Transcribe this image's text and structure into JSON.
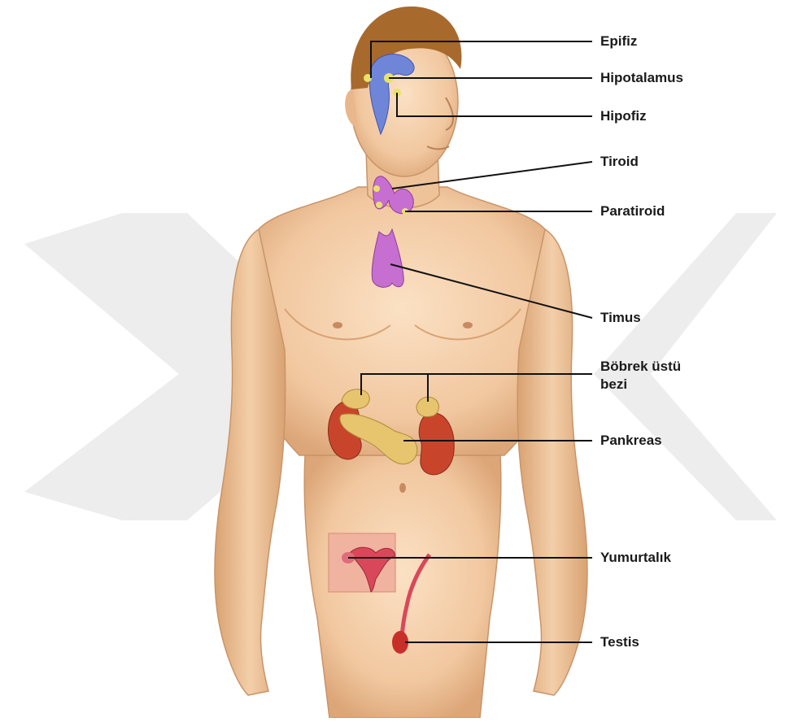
{
  "labels": {
    "epifiz": "Epifiz",
    "hipotalamus": "Hipotalamus",
    "hipofiz": "Hipofiz",
    "tiroid": "Tiroid",
    "paratiroid": "Paratiroid",
    "timus": "Timus",
    "bobrek_line1": "Böbrek üstü",
    "bobrek_line2": "bezi",
    "pankreas": "Pankreas",
    "yumurtalik": "Yumurtalık",
    "testis": "Testis"
  },
  "colors": {
    "background": "#ffffff",
    "watermark": "#ececec",
    "skin": "#f1c79f",
    "skin_shadow": "#d9a272",
    "hair": "#a8692c",
    "pineal_pituitary": "#6f86d8",
    "gland_highlight": "#e8e26a",
    "thyroid_thymus": "#c76fd1",
    "kidney": "#c8452b",
    "adrenal_pancreas": "#e7c46e",
    "ovary_inset": "#f0b3a0",
    "testis": "#c62f2a",
    "leader_line": "#111111"
  }
}
